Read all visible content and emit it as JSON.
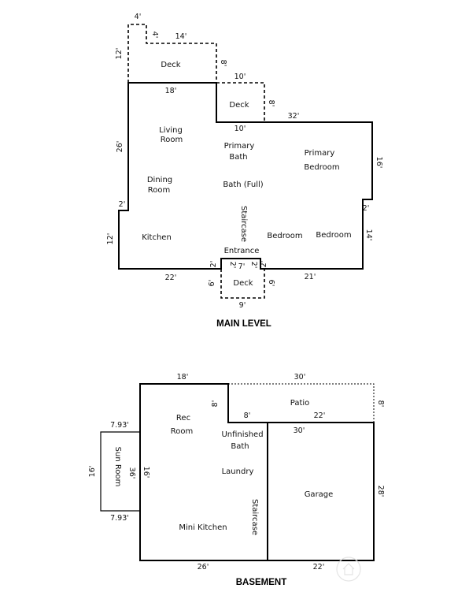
{
  "main": {
    "title": "MAIN LEVEL",
    "rooms": {
      "deck_top": "Deck",
      "deck_mid": "Deck",
      "living_1": "Living",
      "living_2": "Room",
      "primary_bath_1": "Primary",
      "primary_bath_2": "Bath",
      "primary_bed_1": "Primary",
      "primary_bed_2": "Bedroom",
      "dining_1": "Dining",
      "dining_2": "Room",
      "bath_full": "Bath (Full)",
      "staircase": "Staircase",
      "kitchen": "Kitchen",
      "bedroom_1": "Bedroom",
      "bedroom_2": "Bedroom",
      "entrance": "Entrance",
      "deck_bottom": "Deck"
    },
    "dims": {
      "d4_top": "4'",
      "d4_inner": "4'",
      "d14": "14'",
      "d12_top": "12'",
      "d8_a": "8'",
      "d10_top": "10'",
      "d18": "18'",
      "d8_b": "8'",
      "d10_mid": "10'",
      "d32": "32'",
      "d26": "26'",
      "d16": "16'",
      "d2_left": "2'",
      "d2_right": "2'",
      "d12_bottom": "12'",
      "d14_right": "14'",
      "d2_a": "2'",
      "d2_b": "2'",
      "d7": "7'",
      "d2_c": "2'",
      "d2_d": "2'",
      "d22": "22'",
      "d21": "21'",
      "d6_left": "6'",
      "d6_right": "6'",
      "d9": "9'"
    }
  },
  "basement": {
    "title": "BASEMENT",
    "rooms": {
      "rec_1": "Rec",
      "rec_2": "Room",
      "patio": "Patio",
      "unfinished_1": "Unfinished",
      "unfinished_2": "Bath",
      "sun_room": "Sun Room",
      "laundry": "Laundry",
      "garage": "Garage",
      "staircase": "Staircase",
      "mini_kitchen": "Mini Kitchen"
    },
    "dims": {
      "d18": "18'",
      "d30_top": "30'",
      "d8_left": "8'",
      "d8_right": "8'",
      "d8_inner": "8'",
      "d22_top": "22'",
      "d30_mid": "30'",
      "d793_top": "7.93'",
      "d16_left": "16'",
      "d36": "36'",
      "d16_inner": "16'",
      "d28": "28'",
      "d793_bottom": "7.93'",
      "d26": "26'",
      "d22_bottom": "22'"
    }
  }
}
